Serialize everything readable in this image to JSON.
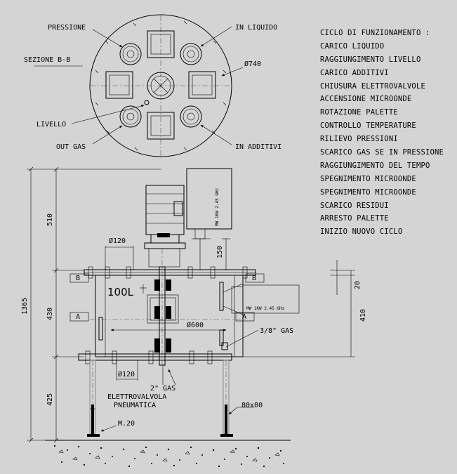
{
  "section_top": {
    "title": "SEZIONE B-B",
    "diameter": "Ø740",
    "callouts": {
      "pressione": "PRESSIONE",
      "in_liquido": "IN LIQUIDO",
      "livello": "LIVELLO",
      "out_gas": "OUT GAS",
      "in_additivi": "IN ADDITIVI"
    }
  },
  "cycle_steps": [
    "CICLO DI FUNZIONAMENTO :",
    "CARICO LIQUIDO",
    "RAGGIUNGIMENTO LIVELLO",
    "CARICO ADDITIVI",
    "CHIUSURA ELETTROVALVOLE",
    "ACCENSIONE MICROONDE",
    "ROTAZIONE PALETTE",
    "CONTROLLO TEMPERATURE",
    "RILIEVO PRESSIONI",
    "SCARICO GAS SE IN PRESSIONE",
    "RAGGIUNGIMENTO DEL TEMPO",
    "SPEGNIMENTO MICROONDE",
    "SPEGNIMENTO MICROONDE",
    "SCARICO RESIDUI",
    "ARRESTO PALETTE",
    "INIZIO NUOVO CICLO"
  ],
  "elevation": {
    "dims_left": {
      "total": "1365",
      "top": "510",
      "middle": "430",
      "bottom": "425"
    },
    "dims_right": {
      "flange": "20",
      "height": "410"
    },
    "dim_150": "150",
    "dia_120_top": "Ø120",
    "dia_120_bottom": "Ø120",
    "dia_600": "Ø600",
    "volume": "100L",
    "section_mark_b": "B",
    "section_mark_a": "A",
    "gas_fitting": "3/8\" GAS",
    "valve_size": "2\" GAS",
    "valve_label_1": "ELETTROVALVOLA",
    "valve_label_2": "PNEUMATICA",
    "foot_size": "80x80",
    "foot_bolt": "M.20",
    "magnetron_top": "MW 1KW 2.45 GHz",
    "magnetron_side": "MW 1KW 2.45 GHz"
  }
}
